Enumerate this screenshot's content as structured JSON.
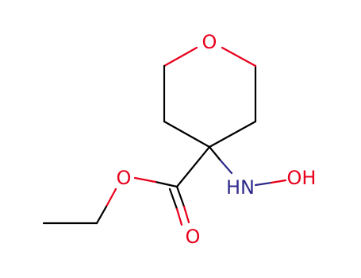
{
  "molecule": {
    "atoms": {
      "ring_oxygen": "O",
      "ester_oxygen": "O",
      "carbonyl_oxygen": "O",
      "nh": "HN",
      "oh": "OH"
    },
    "colors": {
      "carbon_bond": "#000000",
      "oxygen": "#e8001c",
      "nitrogen": "#2e2a8a"
    }
  }
}
